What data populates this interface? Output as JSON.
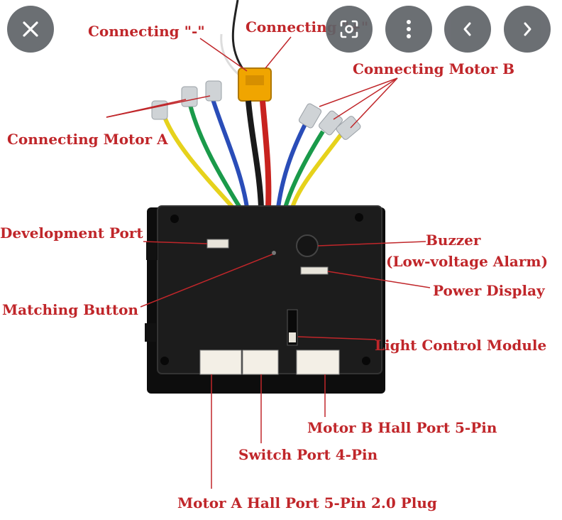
{
  "viewer": {
    "close_icon": "close-icon",
    "lens_icon": "lens-icon",
    "more_icon": "more-vertical-icon",
    "prev_icon": "chevron-left-icon",
    "next_icon": "chevron-right-icon",
    "button_color": "#5f6368"
  },
  "diagram": {
    "label_color": "#c0262a",
    "labels": {
      "connecting_neg": "Connecting \"-\"",
      "connecting_pos": "Connecting \"+\"",
      "motor_b": "Connecting Motor B",
      "motor_a": "Connecting Motor A",
      "dev_port": "Development Port",
      "buzzer": "Buzzer",
      "low_voltage": "(Low-voltage Alarm)",
      "power_display": "Power Display",
      "matching_button": "Matching Button",
      "light_control": "Light Control Module",
      "motor_b_hall": "Motor B Hall Port 5-Pin",
      "switch_port": "Switch Port 4-Pin",
      "motor_a_hall": "Motor A Hall Port 5-Pin 2.0 Plug"
    }
  }
}
